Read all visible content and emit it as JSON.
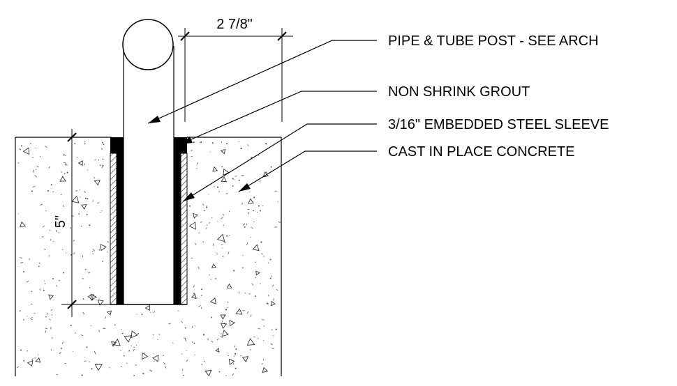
{
  "callouts": [
    {
      "id": "pipe",
      "text": "PIPE & TUBE POST - SEE ARCH"
    },
    {
      "id": "grout",
      "text": "NON SHRINK GROUT"
    },
    {
      "id": "sleeve",
      "text": "3/16\" EMBEDDED STEEL SLEEVE"
    },
    {
      "id": "concrete",
      "text": "CAST IN PLACE CONCRETE"
    }
  ],
  "dimensions": {
    "post_width": "2 7/8\"",
    "embed_depth": "5\""
  }
}
